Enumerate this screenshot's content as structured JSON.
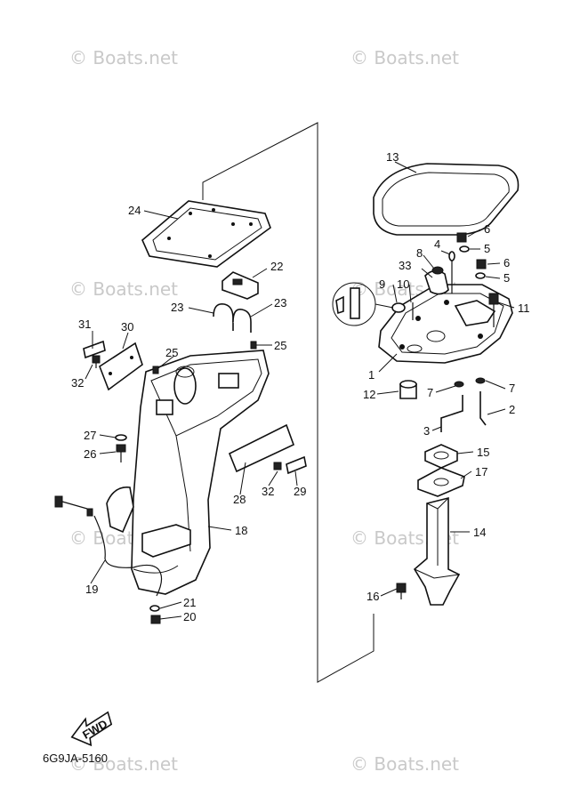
{
  "watermarks": [
    "© Boats.net",
    "© Boats.net",
    "© Boats.net",
    "© Boats.net",
    "© Boats.net",
    "© Boats.net",
    "© Boats.net",
    "© Boats.net"
  ],
  "callouts": {
    "c1": "1",
    "c2": "2",
    "c3": "3",
    "c4": "4",
    "c5a": "5",
    "c5b": "5",
    "c6a": "6",
    "c6b": "6",
    "c7a": "7",
    "c7b": "7",
    "c8": "8",
    "c9": "9",
    "c10": "10",
    "c11": "11",
    "c12": "12",
    "c13": "13",
    "c14": "14",
    "c15": "15",
    "c16": "16",
    "c17": "17",
    "c18": "18",
    "c19": "19",
    "c20": "20",
    "c21": "21",
    "c22": "22",
    "c23a": "23",
    "c23b": "23",
    "c24": "24",
    "c25a": "25",
    "c25b": "25",
    "c26": "26",
    "c27": "27",
    "c28": "28",
    "c29": "29",
    "c30": "30",
    "c31": "31",
    "c32a": "32",
    "c32b": "32",
    "c33": "33"
  },
  "fwd_label": "FWD",
  "diagram_code": "6G9JA-5160"
}
